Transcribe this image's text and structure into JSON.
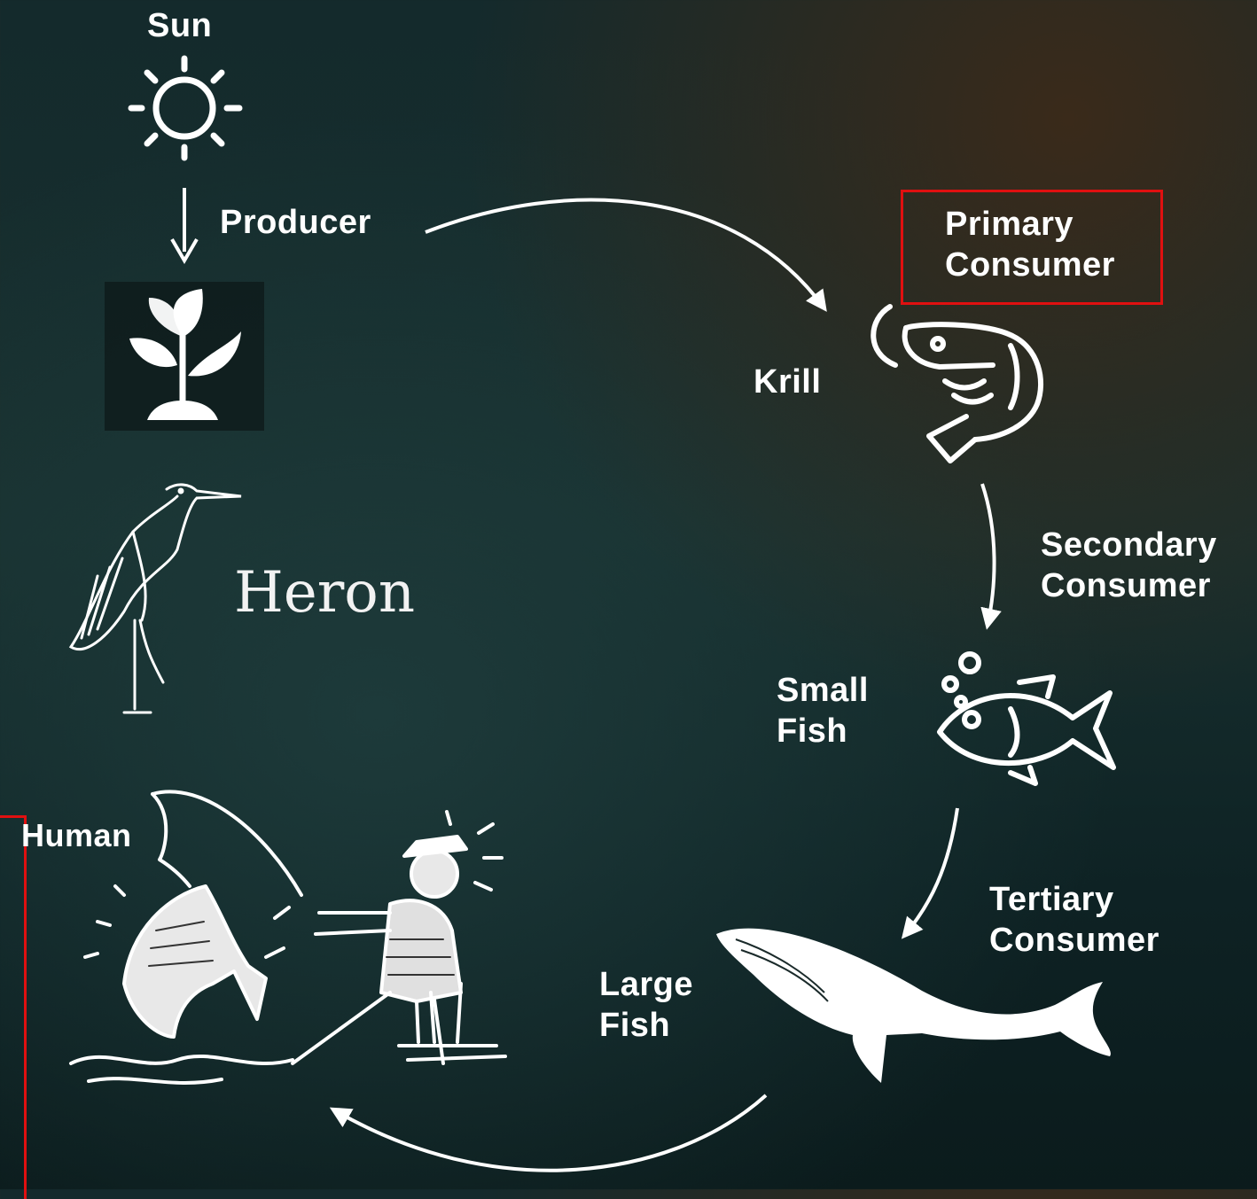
{
  "labels": {
    "sun": "Sun",
    "producer": "Producer",
    "primary_consumer": "Primary Consumer",
    "krill": "Krill",
    "secondary_consumer": "Secondary Consumer",
    "small_fish": "Small Fish",
    "tertiary_consumer": "Tertiary Consumer",
    "large_fish": "Large Fish",
    "heron": "Heron",
    "human": "Human"
  },
  "colors": {
    "highlight": "#e01010",
    "text": "#ffffff",
    "background": "#142a2c"
  },
  "icons": [
    "sun-icon",
    "plant-icon",
    "heron-icon",
    "krill-icon",
    "fish-icon",
    "whale-icon",
    "fisherman-icon"
  ]
}
